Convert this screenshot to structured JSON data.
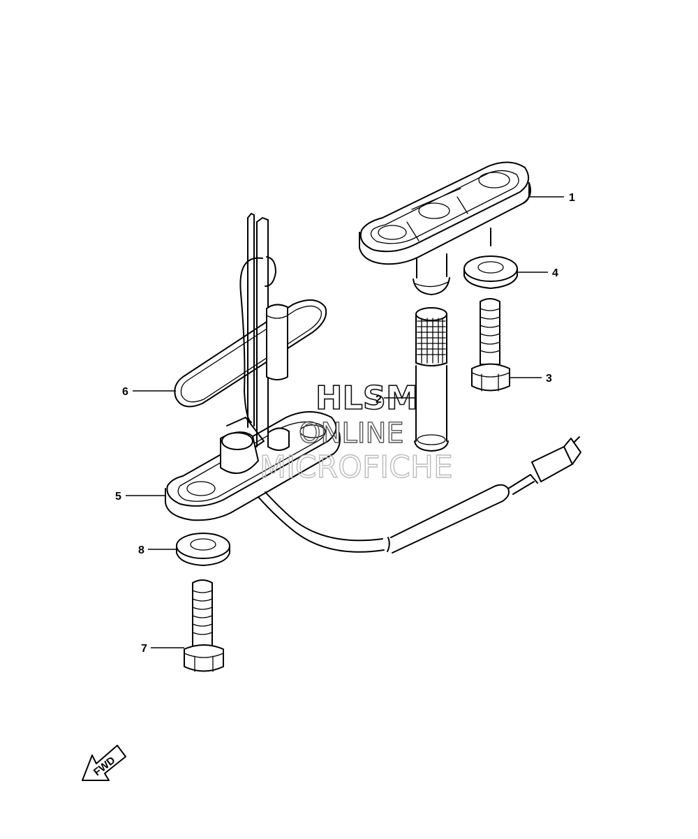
{
  "callouts": {
    "c1": "1",
    "c2": "2",
    "c3": "3",
    "c4": "4",
    "c5": "5",
    "c6": "6",
    "c7": "7",
    "c8": "8"
  },
  "watermark": {
    "line1": "HLSM",
    "line2": "ONLINE",
    "line3": "MICROFICHE"
  },
  "direction": {
    "label": "FWD"
  }
}
